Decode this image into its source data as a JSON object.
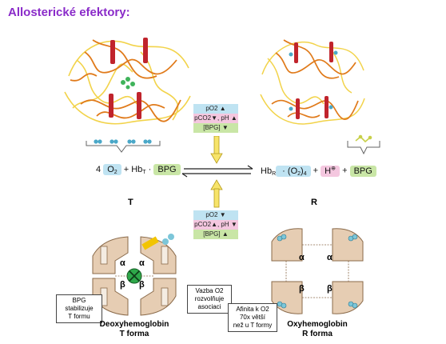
{
  "title": "Allosterické efektory:",
  "equation": {
    "left": {
      "coef": "4",
      "o2": "O",
      "o2_sub": "2",
      "plus1": "+",
      "hb": "Hb",
      "hb_sub": "T",
      "dot": "·",
      "bpg": "BPG"
    },
    "right": {
      "hb": "Hb",
      "hb_sub": "R",
      "o2": " · (O",
      "o2_sub": "2",
      "o2_close": ")",
      "o2_count": "4",
      "plus1": "+",
      "h": "H",
      "h_sup": "⊕",
      "plus2": "+",
      "bpg": "BPG"
    }
  },
  "state_labels": {
    "t": "T",
    "r": "R"
  },
  "upper_conditions": [
    {
      "text": "pO2",
      "arrow": "▲",
      "color": "#bfe3f2"
    },
    {
      "text": "pCO2▼, pH",
      "arrow": "▲",
      "color": "#f4c7df"
    },
    {
      "text": "[BPG]",
      "arrow": "▼",
      "color": "#c9e6a6"
    }
  ],
  "lower_conditions": [
    {
      "text": "pO2",
      "arrow": "▼",
      "color": "#bfe3f2"
    },
    {
      "text": "pCO2▲, pH",
      "arrow": "▼",
      "color": "#f4c7df"
    },
    {
      "text": "[BPG]",
      "arrow": "▲",
      "color": "#c9e6a6"
    }
  ],
  "notes": {
    "bpg_stabilizes": [
      "BPG",
      "stabilizuje",
      "T formu"
    ],
    "o2_binding": [
      "Vazba O2",
      "rozvolňuje",
      "asociaci"
    ],
    "affinity": [
      "Afinita k O2",
      "70x větší",
      "než u T formy"
    ]
  },
  "captions": {
    "deoxy": [
      "Deoxyhemoglobin",
      "T forma"
    ],
    "oxy": [
      "Oxyhemoglobin",
      "R forma"
    ]
  },
  "subunit_letters": {
    "alpha": "α",
    "beta": "β"
  },
  "icons": [
    "oxygen-molecule-icon",
    "bpg-molecule-icon",
    "equilibrium-arrows-icon",
    "up-arrow-icon",
    "down-arrow-icon"
  ],
  "colors": {
    "title": "#8a2bc9",
    "protein_orange": "#e07a1a",
    "protein_yellow": "#f2d34a",
    "heme_red": "#c0242c",
    "oxygen": "#4aa8c8",
    "subunit": "#e6cdb3"
  }
}
